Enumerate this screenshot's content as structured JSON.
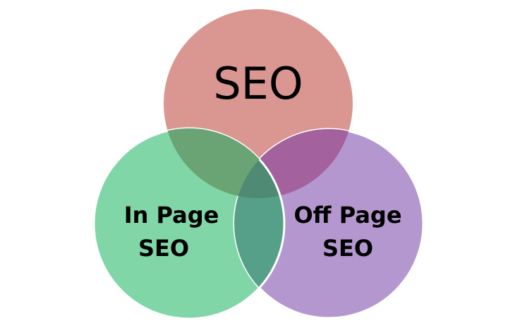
{
  "diagram": {
    "type": "venn",
    "circles": [
      {
        "id": "top",
        "label_lines": [
          "SEO"
        ],
        "color": "#da9690"
      },
      {
        "id": "left",
        "label_lines": [
          "In Page",
          "SEO"
        ],
        "color": "#80d6a6"
      },
      {
        "id": "right",
        "label_lines": [
          "Off Page",
          "SEO"
        ],
        "color": "#b497cf"
      }
    ],
    "overlaps": {
      "top_left": "#6aa374",
      "top_right": "#a3629e",
      "left_right": "#56a08a",
      "center": "#4e8a74"
    }
  }
}
